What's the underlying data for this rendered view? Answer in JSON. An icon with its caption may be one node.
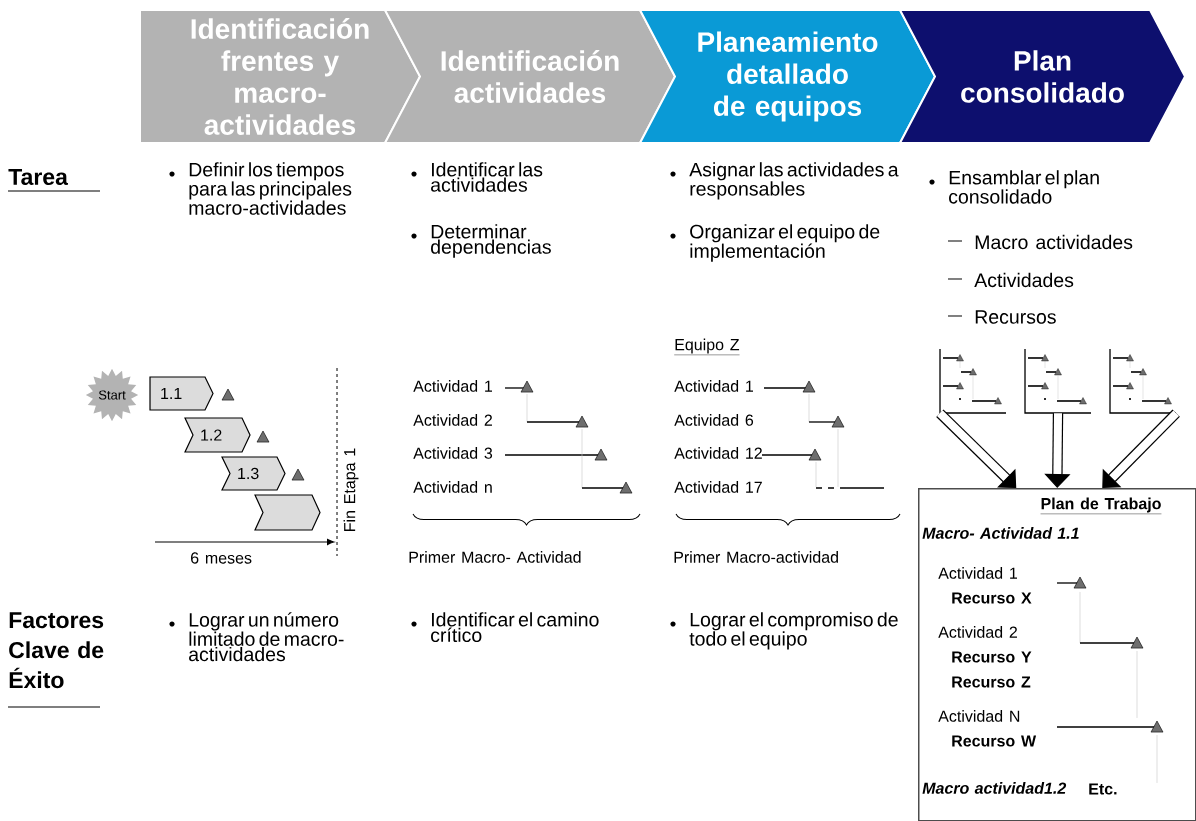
{
  "diagram": {
    "nodes": [
      {
        "text": [
          "Identificación frentes y macro-actividades"
        ]
      },
      {
        "text": [
          "Identificación actividades"
        ]
      },
      {
        "text": [
          "Planeamiento detallado de equipos"
        ]
      },
      {
        "text": [
          "Plan consolidado"
        ]
      },
      {
        "text": [
          "Start"
        ]
      },
      {
        "text": [
          "1.1"
        ]
      },
      {
        "text": [
          "1.2"
        ]
      },
      {
        "text": [
          "1.3"
        ]
      },
      {
        "text": [],
        "shape": "chevron"
      },
      {
        "text": [],
        "shape": "picture"
      },
      {
        "text": [],
        "shape": "picture"
      },
      {
        "text": [],
        "shape": "picture"
      },
      {
        "text": [
          "Plan de Trabajo",
          "Macro- Actividad 1.1",
          "Actividad 1",
          "Recurso X",
          "Actividad 2",
          "Recurso Y",
          "Recurso Z",
          "Actividad N",
          "Recurso W",
          "Macro actividad1.2",
          "Etc."
        ]
      }
    ],
    "edges": [
      {
        "from": 9,
        "to": 12,
        "arrow": "to"
      },
      {
        "from": 10,
        "to": 12,
        "arrow": "to"
      },
      {
        "from": 11,
        "to": 12,
        "arrow": "to"
      }
    ],
    "labels": [
      "Tarea",
      "Definir los tiempos para las principales macro-actividades",
      "Identificar las actividades",
      "Determinar dependencias",
      "Asignar las actividades a responsables",
      "Organizar el equipo de implementación",
      "Ensamblar el plan consolidado",
      "Macro actividades",
      "Actividades",
      "Recursos",
      "Equipo Z",
      "Actividad 1",
      "Actividad 2",
      "Actividad 3",
      "Actividad n",
      "Actividad 1",
      "Actividad 6",
      "Actividad 12",
      "Actividad 17",
      "Fin Etapa 1",
      "6 meses",
      "Primer Macro- Actividad",
      "Primer Macro-actividad",
      "Factores Clave de Éxito",
      "Lograr un número limitado de macro-actividades",
      "Identificar el camino crítico",
      "Lograr el compromiso de todo el equipo"
    ]
  }
}
